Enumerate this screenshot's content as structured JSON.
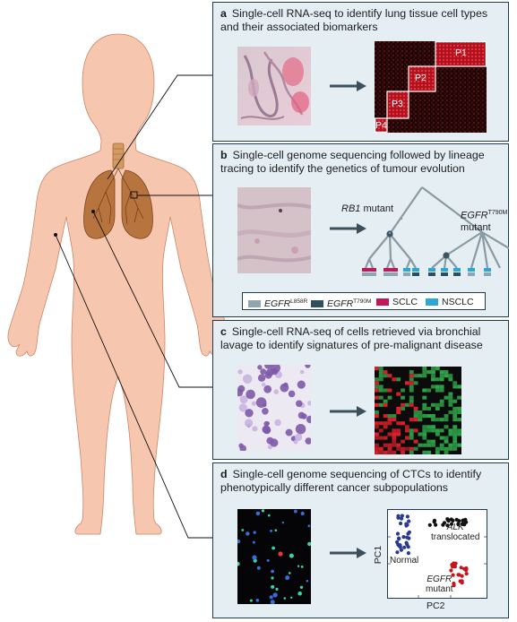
{
  "colors": {
    "panel_bg": "#e4eef3",
    "panel_border": "#1f3b4d",
    "skin": "#f6c7ae",
    "skin_outline": "#c9876a",
    "lung": "#b8743e",
    "arrow": "#3c4f5c",
    "egfr_l858r": "#8fa6b2",
    "egfr_t790m": "#2e4f5e",
    "sclc": "#c2185b",
    "nsclc": "#2aa7d6",
    "normal": "#2a3b8f",
    "alk": "#111111",
    "egfr_cluster": "#c4161c"
  },
  "panels": {
    "a": {
      "letter": "a",
      "title": "Single-cell RNA-seq to identify lung tissue cell types and their associated biomarkers",
      "populations": [
        "P1",
        "P2",
        "P3",
        "P4"
      ]
    },
    "b": {
      "letter": "b",
      "title": "Single-cell genome sequencing followed by lineage tracing to identify the genetics of tumour evolution",
      "rb1_gene": "RB1",
      "rb1_suffix": " mutant",
      "egfr_gene": "EGFR",
      "egfr_sup": "T790M",
      "egfr_suffix": "mutant",
      "legend": {
        "l858r_gene": "EGFR",
        "l858r_sup": "L858R",
        "t790m_gene": "EGFR",
        "t790m_sup": "T790M",
        "sclc": "SCLC",
        "nsclc": "NSCLC"
      },
      "leaf_colors": [
        "sclc",
        "sclc",
        "sclc",
        "sclc",
        "nsclc",
        "nsclc",
        "nsclc",
        "nsclc",
        "nsclc",
        "nsclc",
        "nsclc"
      ],
      "leaf_bases": [
        "egfr_l858r",
        "egfr_l858r",
        "egfr_l858r",
        "egfr_l858r",
        "egfr_l858r",
        "egfr_t790m",
        "egfr_t790m",
        "egfr_t790m",
        "egfr_t790m",
        "egfr_l858r",
        "egfr_l858r"
      ]
    },
    "c": {
      "letter": "c",
      "title": "Single-cell RNA-seq of cells retrieved via bronchial lavage to identify signatures of pre-malignant disease"
    },
    "d": {
      "letter": "d",
      "title": "Single-cell genome sequencing of CTCs to identify phenotypically different cancer subpopulations",
      "x_axis": "PC2",
      "y_axis": "PC1",
      "normal_label": "Normal",
      "alk_gene": "ALK",
      "alk_suffix": "translocated",
      "egfr_gene": "EGFR",
      "egfr_suffix": "mutant"
    }
  }
}
